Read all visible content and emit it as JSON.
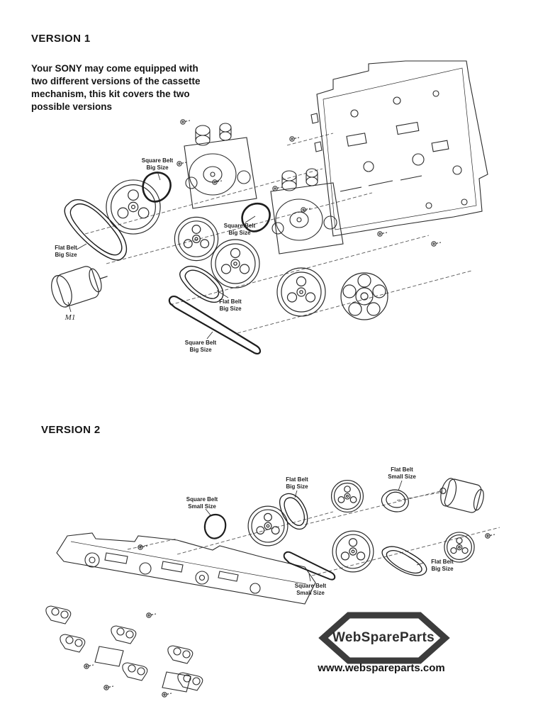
{
  "colors": {
    "ink": "#2a2a2a",
    "background": "#ffffff",
    "logo_gray": "#3c3c3c"
  },
  "version1": {
    "title": "VERSION 1",
    "description_lines": [
      "Your SONY may come equipped with",
      "two different versions of the cassette",
      "mechanism, this kit covers the two",
      "possible versions"
    ],
    "labels": {
      "square_belt_top": {
        "line1": "Square Belt",
        "line2": "Big Size"
      },
      "flat_belt_left": {
        "line1": "Flat Belt",
        "line2": "Big Size"
      },
      "motor": {
        "text": "M1"
      },
      "square_belt_mid": {
        "line1": "Square Belt",
        "line2": "Big Size"
      },
      "flat_belt_mid": {
        "line1": "Flat Belt",
        "line2": "Big Size"
      },
      "square_belt_bottom": {
        "line1": "Square Belt",
        "line2": "Big Size"
      }
    }
  },
  "version2": {
    "title": "VERSION 2",
    "labels": {
      "square_belt_small_left": {
        "line1": "Square Belt",
        "line2": "Small Size"
      },
      "flat_belt_big_top": {
        "line1": "Flat Belt",
        "line2": "Big Size"
      },
      "flat_belt_small": {
        "line1": "Flat Belt",
        "line2": "Small Size"
      },
      "square_belt_small_bottom": {
        "line1": "Square Belt",
        "line2": "Small Size"
      },
      "flat_belt_big_right": {
        "line1": "Flat Belt",
        "line2": "Big Size"
      }
    }
  },
  "footer": {
    "brand": "WebSpareParts",
    "url": "www.webspareparts.com"
  }
}
